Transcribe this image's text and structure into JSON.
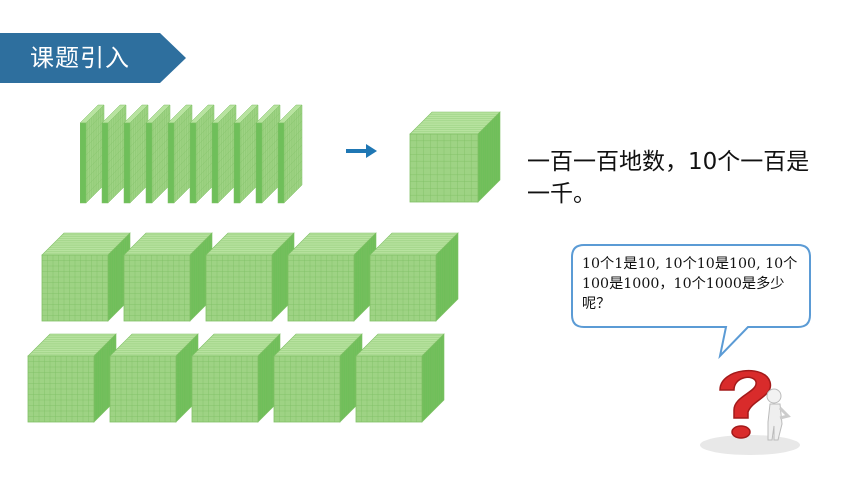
{
  "slide": {
    "title": "课题引入",
    "statement": "一百一百地数，10个一百是一千。",
    "bubble_text": "10个1是10, 10个10是100, 10个100是1000，10个1000是多少呢？"
  },
  "colors": {
    "banner": "#2e6f9e",
    "cube_front": "#9ed384",
    "cube_top": "#b8e3a0",
    "cube_side": "#6fbf5a",
    "grid_line": "#7fc065",
    "arrow": "#1f77b4",
    "question_mark": "#d92b2b"
  },
  "counts": {
    "hundred_slabs": 10,
    "thousand_cubes": 10
  },
  "icons": {
    "arrow": "right-arrow-icon",
    "figure": "thinking-person-question-mark-icon"
  }
}
